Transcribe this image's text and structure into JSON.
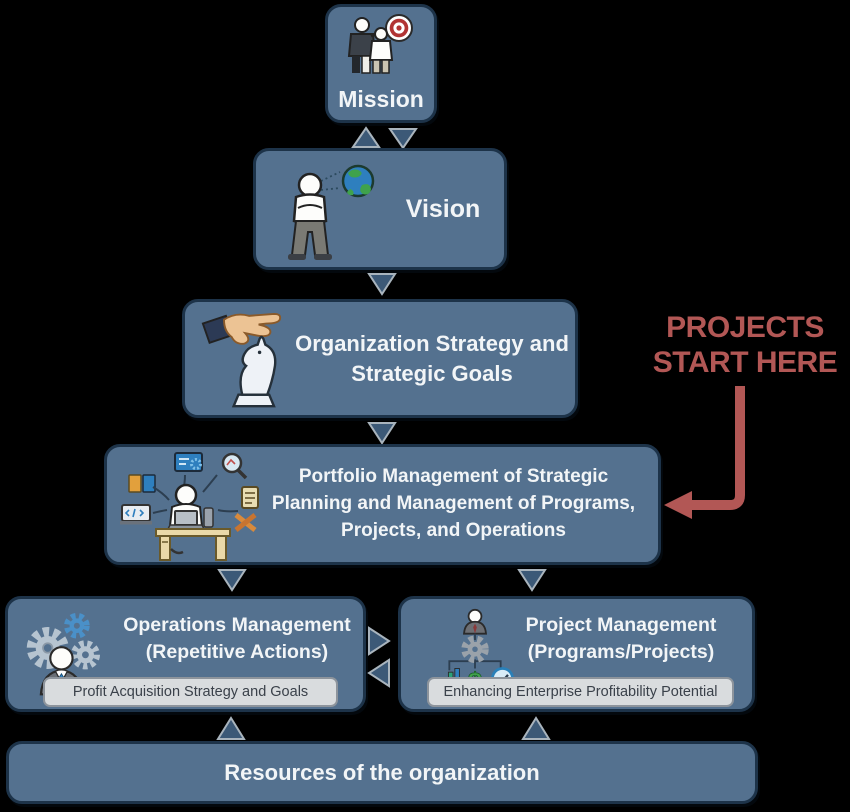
{
  "colors": {
    "background": "#000000",
    "box_fill": "#54718f",
    "box_border": "#1d3349",
    "flow_arrow_fill": "#3c5977",
    "flow_arrow_stroke": "#a9b4bd",
    "text": "#f2f5f7",
    "sublabel_bg": "#d9dcde",
    "sublabel_border": "#8d949c",
    "sublabel_text": "#3a414a",
    "accent_red": "#b25755"
  },
  "nodes": {
    "mission": {
      "label": "Mission",
      "icon": "people-target-icon"
    },
    "vision": {
      "label": "Vision",
      "icon": "person-globe-icon"
    },
    "strategy": {
      "lines": [
        "Organization Strategy and",
        "Strategic Goals"
      ],
      "icon": "hand-chess-knight-icon"
    },
    "portfolio": {
      "lines": [
        "Portfolio Management of Strategic",
        "Planning and Management of Programs,",
        "Projects, and Operations"
      ],
      "icon": "person-desk-multitask-icon"
    },
    "operations": {
      "lines": [
        "Operations Management",
        "(Repetitive Actions)"
      ],
      "sublabel": "Profit Acquisition Strategy and Goals",
      "icon": "person-gears-icon"
    },
    "project": {
      "lines": [
        "Project Management",
        "(Programs/Projects)"
      ],
      "sublabel": "Enhancing Enterprise Profitability Potential",
      "icon": "person-gear-metrics-icon"
    },
    "resources": {
      "label": "Resources of the organization"
    }
  },
  "annotation": {
    "lines": [
      "PROJECTS",
      "START HERE"
    ]
  },
  "connectors": {
    "mission_vision": "bidirectional-vertical",
    "vision_strategy": "down",
    "strategy_portfolio": "down",
    "portfolio_operations": "down",
    "portfolio_project": "down",
    "operations_project": "bidirectional-horizontal",
    "operations_resources": "up",
    "project_resources": "up"
  }
}
